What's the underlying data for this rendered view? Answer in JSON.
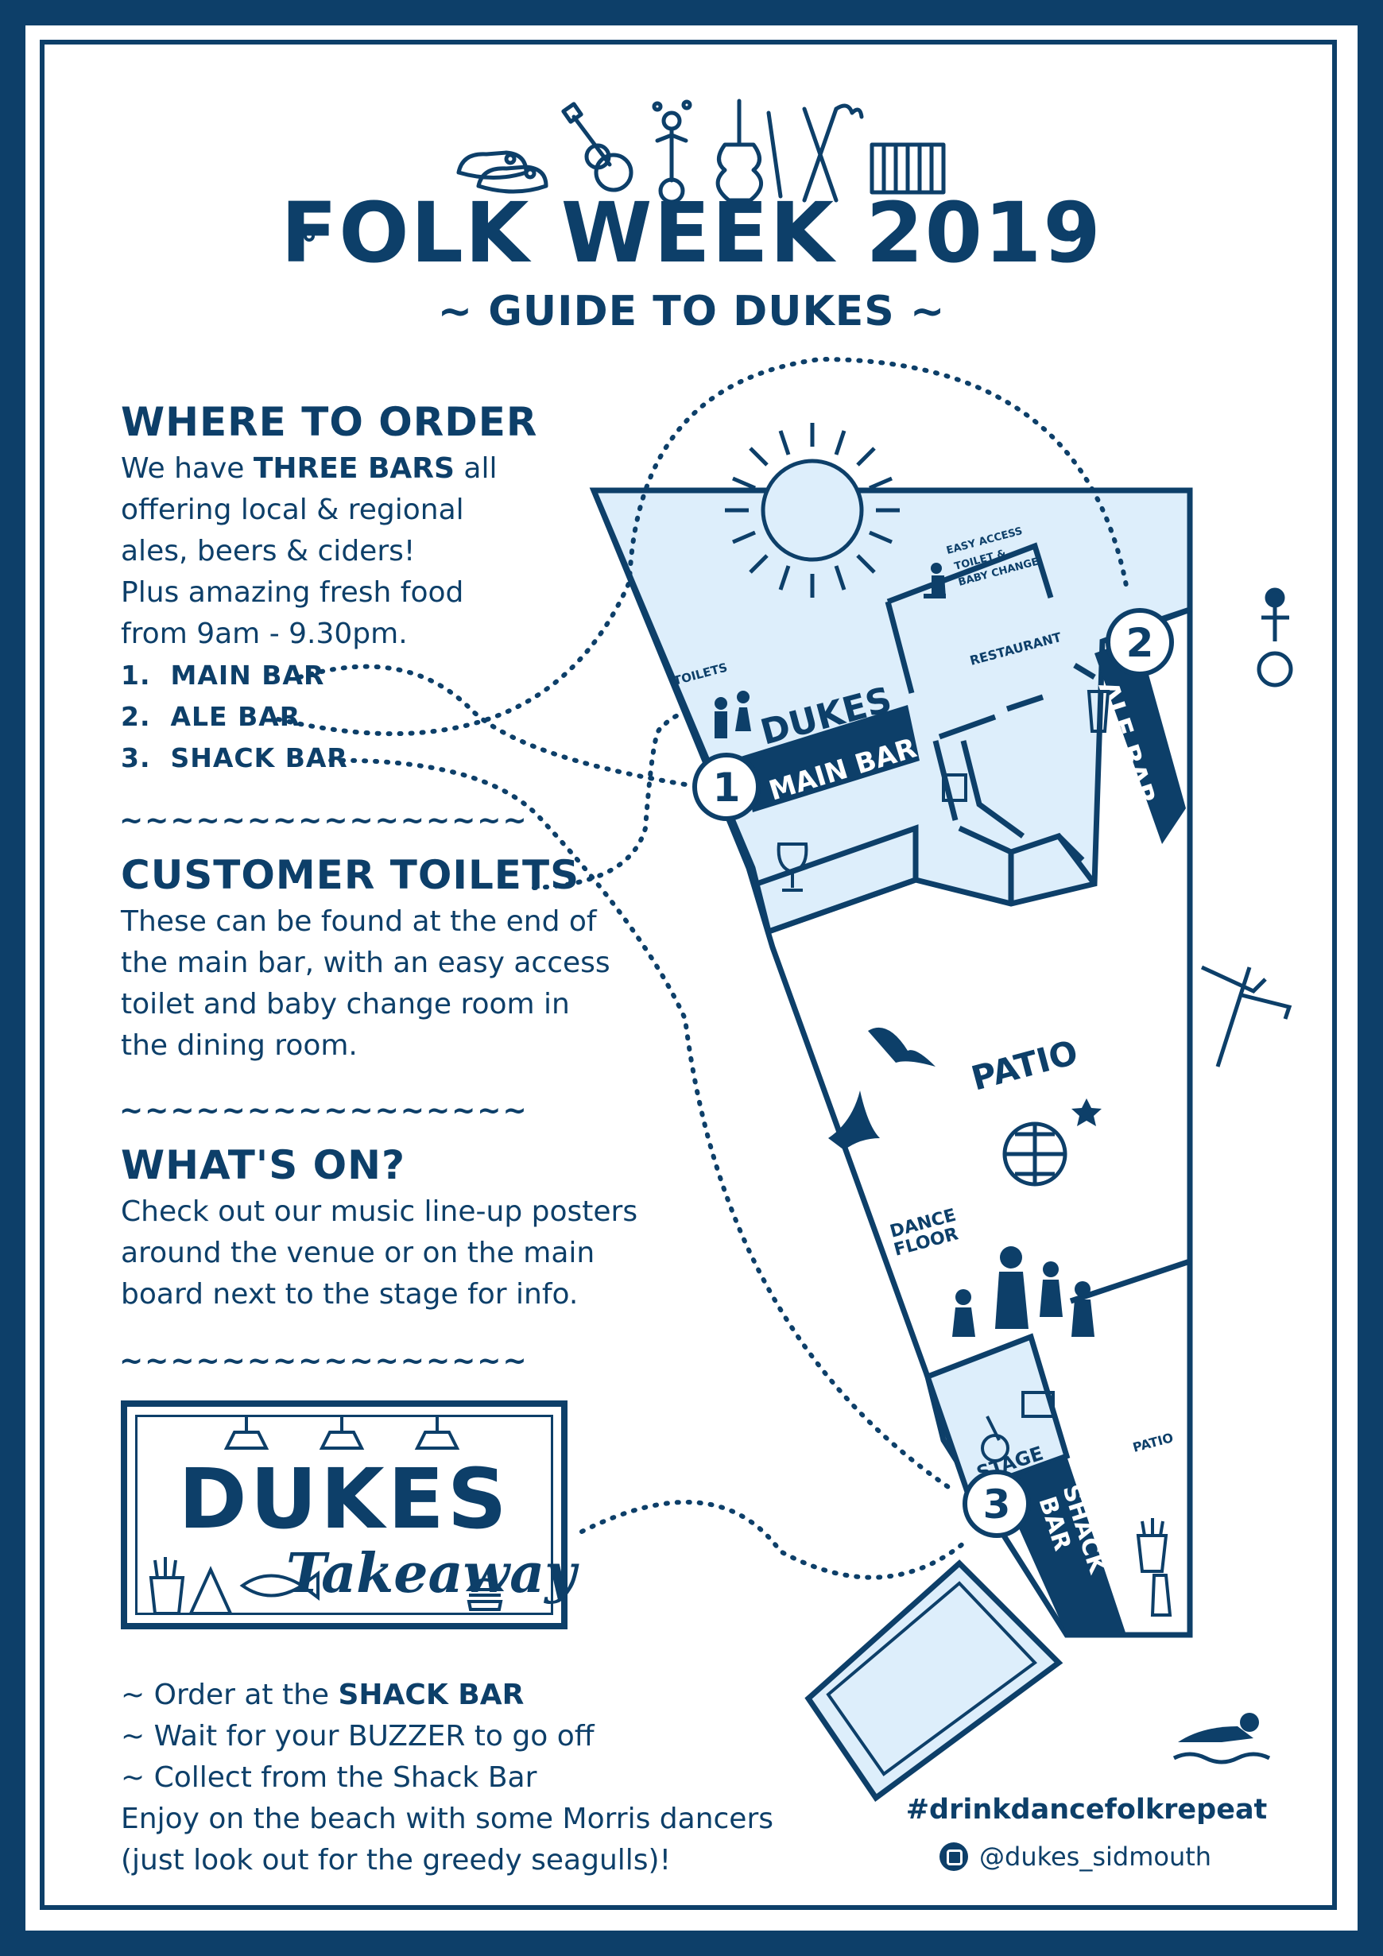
{
  "header": {
    "title": "FOLK WEEK 2019",
    "subtitle": "~ GUIDE TO DUKES ~",
    "icons": [
      "clogs-icon",
      "guitar-icon",
      "unicycle-juggler-icon",
      "double-bass-icon",
      "morris-sticks-icon",
      "accordion-icon"
    ]
  },
  "where_to_order": {
    "heading": "WHERE TO ORDER",
    "lines": [
      {
        "pre": "We have ",
        "bold": "THREE BARS",
        "post": " all"
      },
      {
        "text": "offering local & regional"
      },
      {
        "text": "ales, beers & ciders!"
      },
      {
        "text": "Plus amazing fresh food"
      },
      {
        "text": "from 9am - 9.30pm."
      }
    ],
    "bars": [
      {
        "num": "1.",
        "name": "MAIN BAR"
      },
      {
        "num": "2.",
        "name": "ALE BAR"
      },
      {
        "num": "3.",
        "name": "SHACK BAR"
      }
    ]
  },
  "divider": "~~~~~~~~~~~~~~~~",
  "toilets": {
    "heading": "CUSTOMER TOILETS",
    "lines": [
      "These can be found at the end of",
      "the main bar, with an easy access",
      "toilet and baby change room in",
      "the dining room."
    ]
  },
  "whats_on": {
    "heading": "WHAT'S ON?",
    "lines": [
      "Check out our music line-up posters",
      "around the venue or on the main",
      "board next to the stage for info."
    ]
  },
  "takeaway": {
    "brand": "DUKES",
    "script": "Takeaway",
    "steps": [
      {
        "pre": "~  Order at the ",
        "bold": "SHACK BAR",
        "post": ""
      },
      {
        "pre": "~  Wait for your BUZZER to go off",
        "bold": "",
        "post": ""
      },
      {
        "pre": "~  Collect from the Shack Bar",
        "bold": "",
        "post": ""
      }
    ],
    "closing": [
      "Enjoy on the beach with some Morris dancers",
      "(just look out for the greedy seagulls)!"
    ]
  },
  "map": {
    "dukes": "DUKES",
    "toilets": "TOILETS",
    "main_bar": "MAIN BAR",
    "ale_bar": "ALE BAR",
    "restaurant": "RESTAURANT",
    "easy_access": [
      "EASY ACCESS",
      "TOILET &",
      "BABY CHANGE"
    ],
    "patio": "PATIO",
    "patio_small": "PATIO",
    "dance_floor": [
      "DANCE",
      "FLOOR"
    ],
    "stage": "STAGE",
    "shack_bar": [
      "SHACK",
      "BAR"
    ],
    "num1": "1",
    "num2": "2",
    "num3": "3"
  },
  "footer": {
    "hashtag": "#drinkdancefolkrepeat",
    "handle": "@dukes_sidmouth"
  },
  "colors": {
    "navy": "#0d3f69",
    "light_blue": "#ddeefb",
    "white": "#ffffff"
  }
}
